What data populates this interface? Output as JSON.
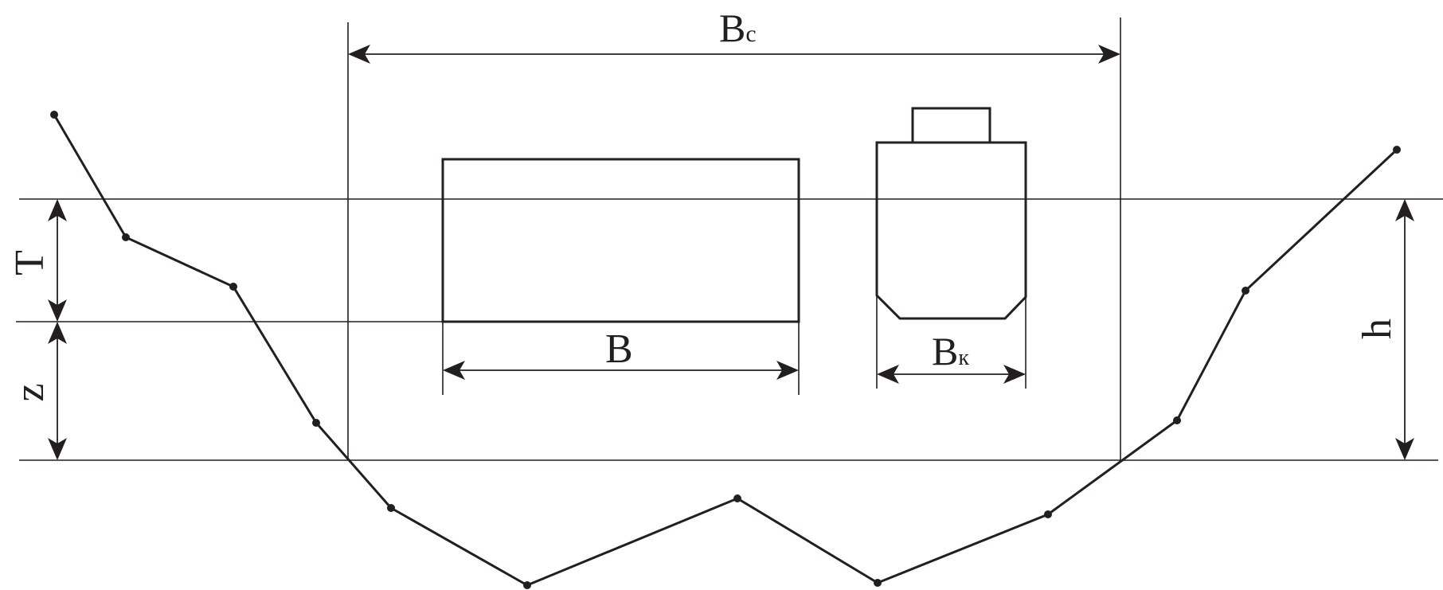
{
  "labels": {
    "channel_width": {
      "main": "B",
      "sub": "c"
    },
    "barge_width": "B",
    "vessel_width": {
      "main": "B",
      "sub": "к"
    },
    "draft": "T",
    "under_keel_clearance": "z",
    "depth": "h"
  },
  "colors": {
    "line": "#231f20",
    "background": "#ffffff"
  }
}
